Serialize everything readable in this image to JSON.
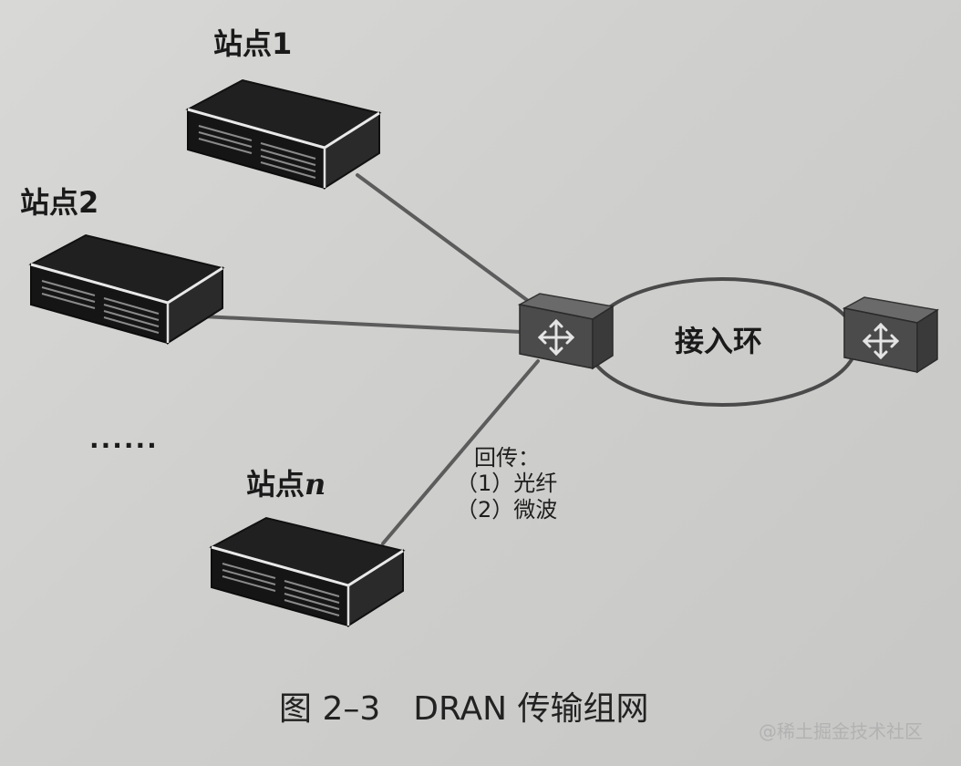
{
  "stations": [
    {
      "prefix": "站点",
      "suffix": "1"
    },
    {
      "prefix": "站点",
      "suffix": "2"
    },
    {
      "prefix": "站点",
      "suffix": "n"
    }
  ],
  "ellipsis": "......",
  "ring_label": "接入环",
  "backhaul": {
    "title": "回传：",
    "option1": "（1）光纤",
    "option2": "（2）微波"
  },
  "caption": "图 2–3　DRAN 传输组网",
  "watermark": "@稀土掘金技术社区",
  "colors": {
    "background": "#d3d3d1",
    "device_dark": "#1e1e1e",
    "router_body": "#4a4a4a",
    "link_line": "#5c5c5c"
  },
  "icons": [
    "station-device-icon",
    "router-icon"
  ]
}
